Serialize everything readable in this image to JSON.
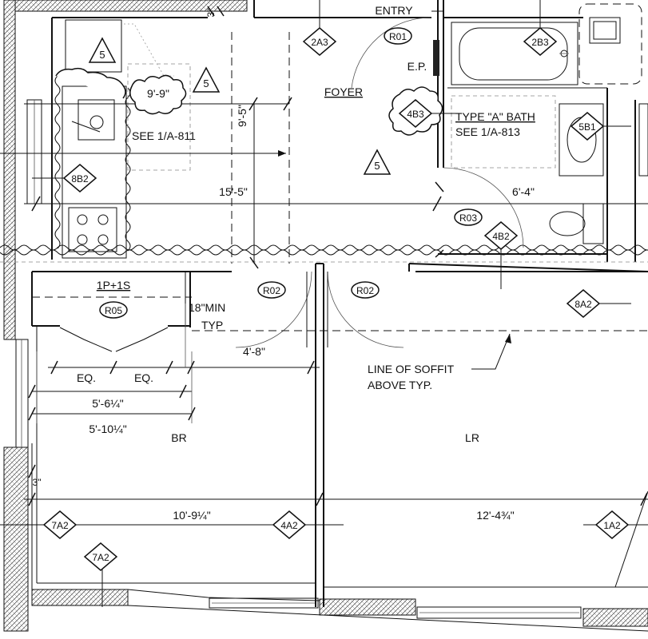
{
  "rooms": {
    "entry": "ENTRY",
    "foyer": "FOYER",
    "ep": "E.P.",
    "br": "BR",
    "lr": "LR",
    "closet": "1P+1S",
    "bath_line1": "TYPE \"A\" BATH",
    "bath_line2": "SEE 1/A-813",
    "kitchen_ref": "SEE 1/A-811"
  },
  "room_tags": {
    "r01": "R01",
    "r02a": "R02",
    "r02b": "R02",
    "r03": "R03",
    "r05": "R05"
  },
  "elevation_tags": {
    "t2a3": "2A3",
    "t2b3": "2B3",
    "t4b3": "4B3",
    "t5b1": "5B1",
    "t8b2": "8B2",
    "t4b2": "4B2",
    "t8a2": "8A2",
    "t7a2a": "7A2",
    "t7a2b": "7A2",
    "t4a2": "4A2",
    "t1a2": "1A2"
  },
  "revision_tags": {
    "rev1": "5",
    "rev2": "5",
    "rev3": "5"
  },
  "dimensions": {
    "d9_9": "9'-9\"",
    "d9_5": "9'-5\"",
    "d15_5": "15'-5\"",
    "d6_4": "6'-4\"",
    "d4_8": "4'-8\"",
    "d18": "18\"MIN",
    "d18_typ": "TYP",
    "eq1": "EQ.",
    "eq2": "EQ.",
    "d5_6": "5'-6¼\"",
    "d5_10": "5'-10¼\"",
    "d10_9": "10'-9¼\"",
    "d12_4": "12'-4¾\"",
    "d3a": "3\"",
    "d3b": "3\""
  },
  "notes": {
    "soffit1": "LINE OF SOFFIT",
    "soffit2": "ABOVE TYP."
  }
}
